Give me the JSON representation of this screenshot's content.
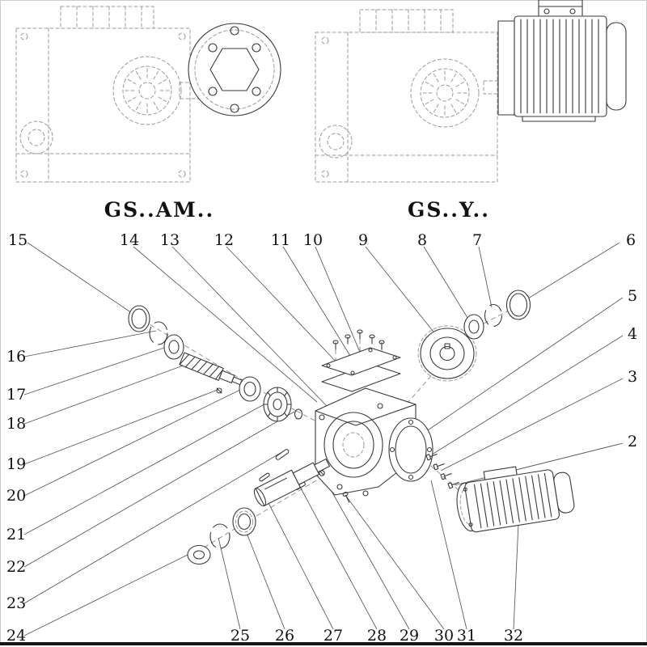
{
  "figures": {
    "left": {
      "label": "GS..AM.."
    },
    "right": {
      "label": "GS..Y.."
    }
  },
  "callouts": [
    "15",
    "14",
    "13",
    "12",
    "11",
    "10",
    "9",
    "8",
    "7",
    "6",
    "5",
    "4",
    "3",
    "2",
    "16",
    "17",
    "18",
    "19",
    "20",
    "21",
    "22",
    "23",
    "24",
    "25",
    "26",
    "27",
    "28",
    "29",
    "30",
    "31",
    "32"
  ],
  "colors": {
    "line": "#3a3a3a",
    "text": "#111111",
    "background": "#ffffff"
  }
}
